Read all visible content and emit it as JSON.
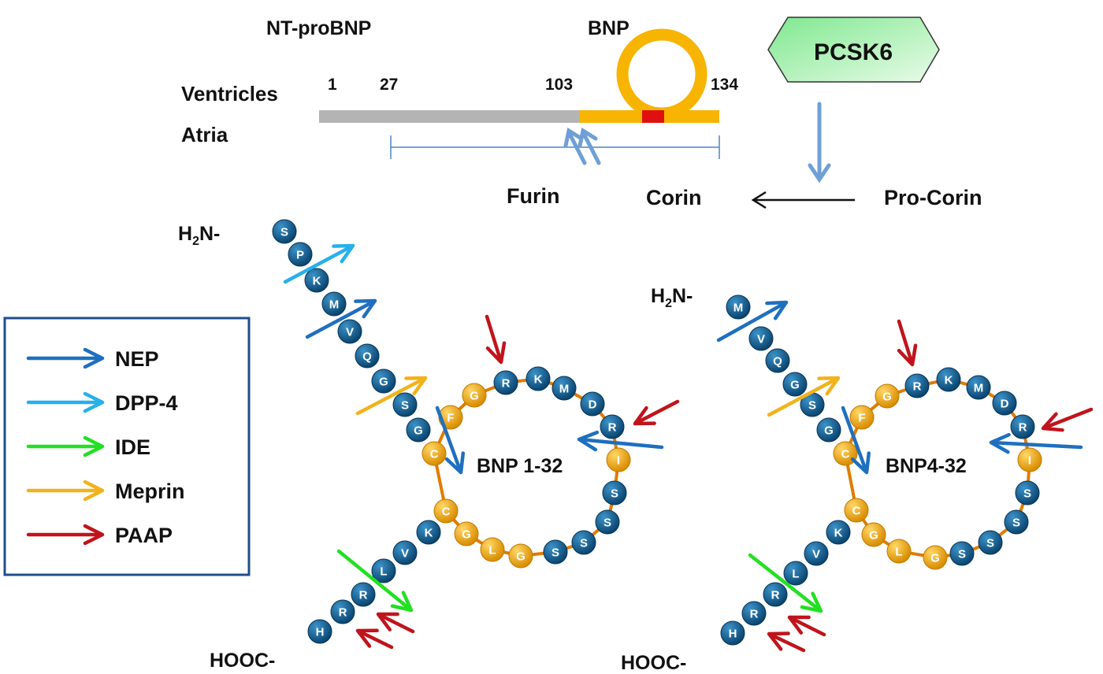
{
  "precursor": {
    "nt_label": "NT-proBNP",
    "bnp_label": "BNP",
    "ventricles": "Ventricles",
    "atria": "Atria",
    "pos_1": "1",
    "pos_27": "27",
    "pos_103": "103",
    "pos_134": "134",
    "furin": "Furin",
    "corin": "Corin",
    "pro_corin": "Pro-Corin",
    "pcsk6": "PCSK6"
  },
  "legend": {
    "items": [
      {
        "name": "NEP",
        "color": "#1f6fbf"
      },
      {
        "name": "DPP-4",
        "color": "#27b0ea"
      },
      {
        "name": "IDE",
        "color": "#22e022"
      },
      {
        "name": "Meprin",
        "color": "#f2b21b"
      },
      {
        "name": "PAAP",
        "color": "#c0141c"
      }
    ]
  },
  "left": {
    "h2n_main": "H",
    "h2n_sub": "2",
    "h2n_tail": "N-",
    "hooc": "HOOC-",
    "center": "BNP 1-32",
    "residues": [
      "S",
      "P",
      "K",
      "M",
      "V",
      "Q",
      "G",
      "S",
      "G",
      "C",
      "F",
      "G",
      "R",
      "K",
      "M",
      "D",
      "R",
      "I",
      "S",
      "S",
      "S",
      "S",
      "G",
      "L",
      "G",
      "C",
      "K",
      "V",
      "L",
      "R",
      "R",
      "H"
    ]
  },
  "right": {
    "h2n_main": "H",
    "h2n_sub": "2",
    "h2n_tail": "N-",
    "hooc": "HOOC-",
    "center": "BNP4-32",
    "residues": [
      "M",
      "V",
      "Q",
      "G",
      "S",
      "G",
      "C",
      "F",
      "G",
      "R",
      "K",
      "M",
      "D",
      "R",
      "I",
      "S",
      "S",
      "S",
      "S",
      "G",
      "L",
      "G",
      "C",
      "K",
      "V",
      "L",
      "R",
      "R",
      "H"
    ]
  },
  "colors": {
    "blue_residue": "#0f5a8a",
    "gold_residue": "#f0a818",
    "precursor_gray": "#b4b4b4",
    "bnp_gold": "#f7b400",
    "disulfide_red": "#e01010",
    "pcsk6_green": "#8ff0a0"
  }
}
